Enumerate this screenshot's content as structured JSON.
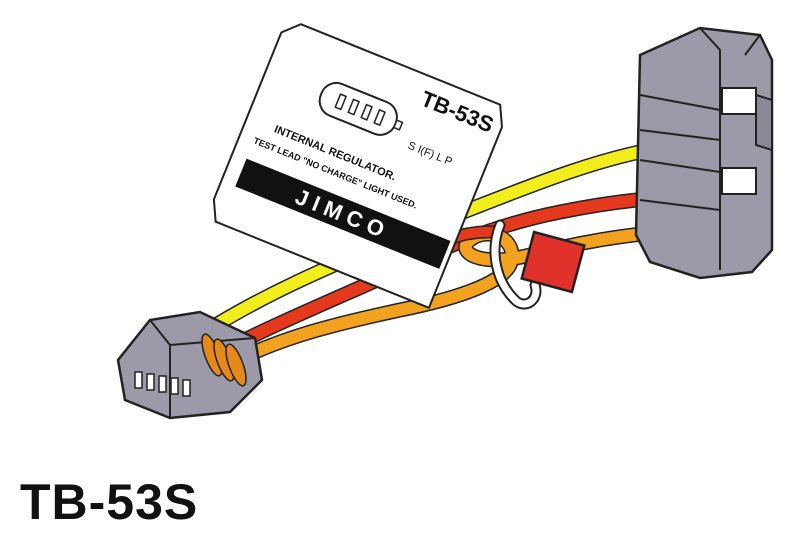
{
  "tag": {
    "model": "TB-53S",
    "pin_labels": "S I(F) L P",
    "line1": "INTERNAL REGULATOR.",
    "line2": "TEST LEAD \"NO CHARGE\" LIGHT USED.",
    "brand": "JIMCO"
  },
  "caption": "TB-53S",
  "wire_colors": {
    "yellow": "#f2ee1e",
    "red": "#e5391d",
    "orange": "#f2a21e",
    "connector_gray": "#9c9aa8",
    "test_lead_red": "#e0312a"
  }
}
